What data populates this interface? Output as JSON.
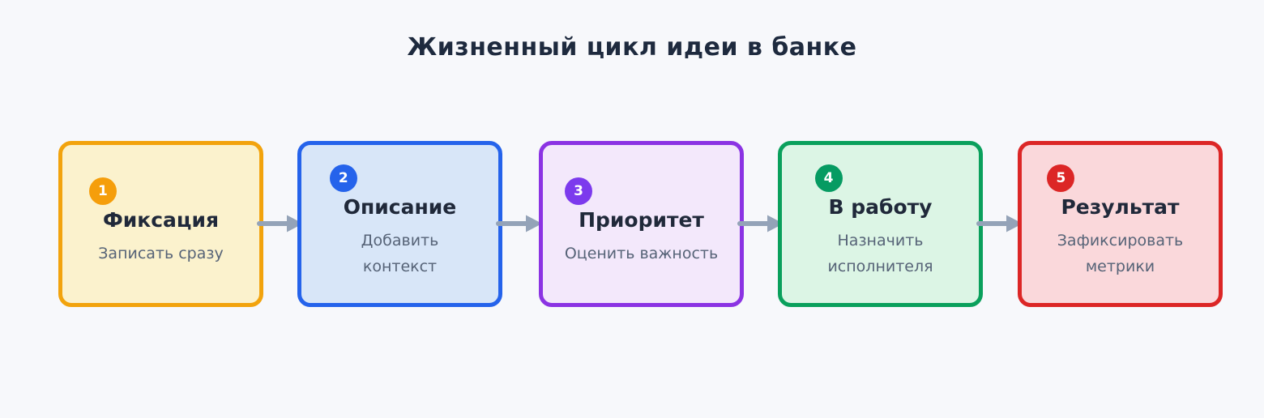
{
  "title": "Жизненный цикл идеи в банке",
  "colors": {
    "background": "#F7F8FB",
    "title_text": "#1E2A3E",
    "step_title_text": "#20293A",
    "step_subtitle_text": "#566377",
    "arrow": "#94A3B8",
    "badge_number_text": "#FFFFFF"
  },
  "steps": [
    {
      "number": "1",
      "title": "Фиксация",
      "subtitle": "Записать сразу",
      "fill": "#FBF2CD",
      "border": "#F2A30D",
      "badge": "#F59E0B"
    },
    {
      "number": "2",
      "title": "Описание",
      "subtitle": "Добавить контекст",
      "fill": "#D8E6F8",
      "border": "#2563EB",
      "badge": "#2563EB"
    },
    {
      "number": "3",
      "title": "Приоритет",
      "subtitle": "Оценить важность",
      "fill": "#F3E8FB",
      "border": "#8B33E3",
      "badge": "#7C3AED"
    },
    {
      "number": "4",
      "title": "В работу",
      "subtitle": "Назначить исполнителя",
      "fill": "#DCF5E5",
      "border": "#0AA05C",
      "badge": "#069B62"
    },
    {
      "number": "5",
      "title": "Результат",
      "subtitle": "Зафиксировать метрики",
      "fill": "#FAD8DB",
      "border": "#DC2626",
      "badge": "#DC2626"
    }
  ]
}
